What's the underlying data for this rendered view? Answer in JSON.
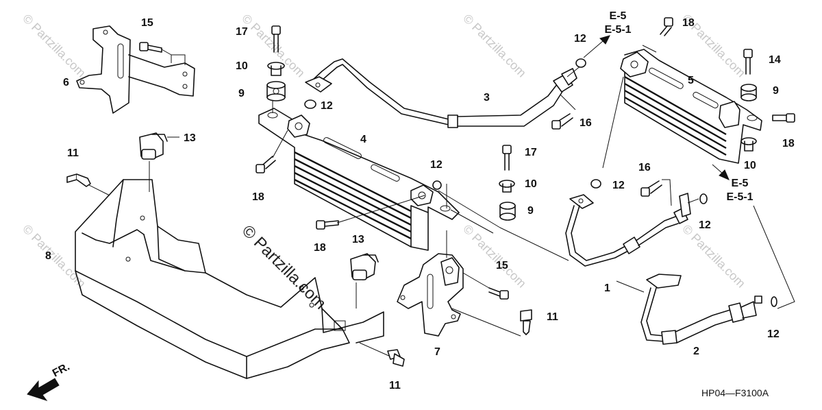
{
  "diagram": {
    "drawing_code": "HP04—F3100A",
    "front_label": "FR.",
    "watermark": "© Partzilla.com",
    "part_callouts": {
      "c1": "1",
      "c2": "2",
      "c3": "3",
      "c4": "4",
      "c5": "5",
      "c6": "6",
      "c7": "7",
      "c8": "8",
      "c9a": "9",
      "c9b": "9",
      "c9c": "9",
      "c10a": "10",
      "c10b": "10",
      "c10c": "10",
      "c11a": "11",
      "c11b": "11",
      "c11c": "11",
      "c12a": "12",
      "c12b": "12",
      "c12c": "12",
      "c12d": "12",
      "c12e": "12",
      "c12f": "12",
      "c13a": "13",
      "c13b": "13",
      "c14": "14",
      "c15a": "15",
      "c15b": "15",
      "c16a": "16",
      "c16b": "16",
      "c17a": "17",
      "c17b": "17",
      "c18a": "18",
      "c18b": "18",
      "c18c": "18",
      "c18d": "18"
    },
    "section_refs": {
      "top_ref": "E-5",
      "top_ref_sub": "E-5-1",
      "right_ref": "E-5",
      "right_ref_sub": "E-5-1"
    }
  }
}
